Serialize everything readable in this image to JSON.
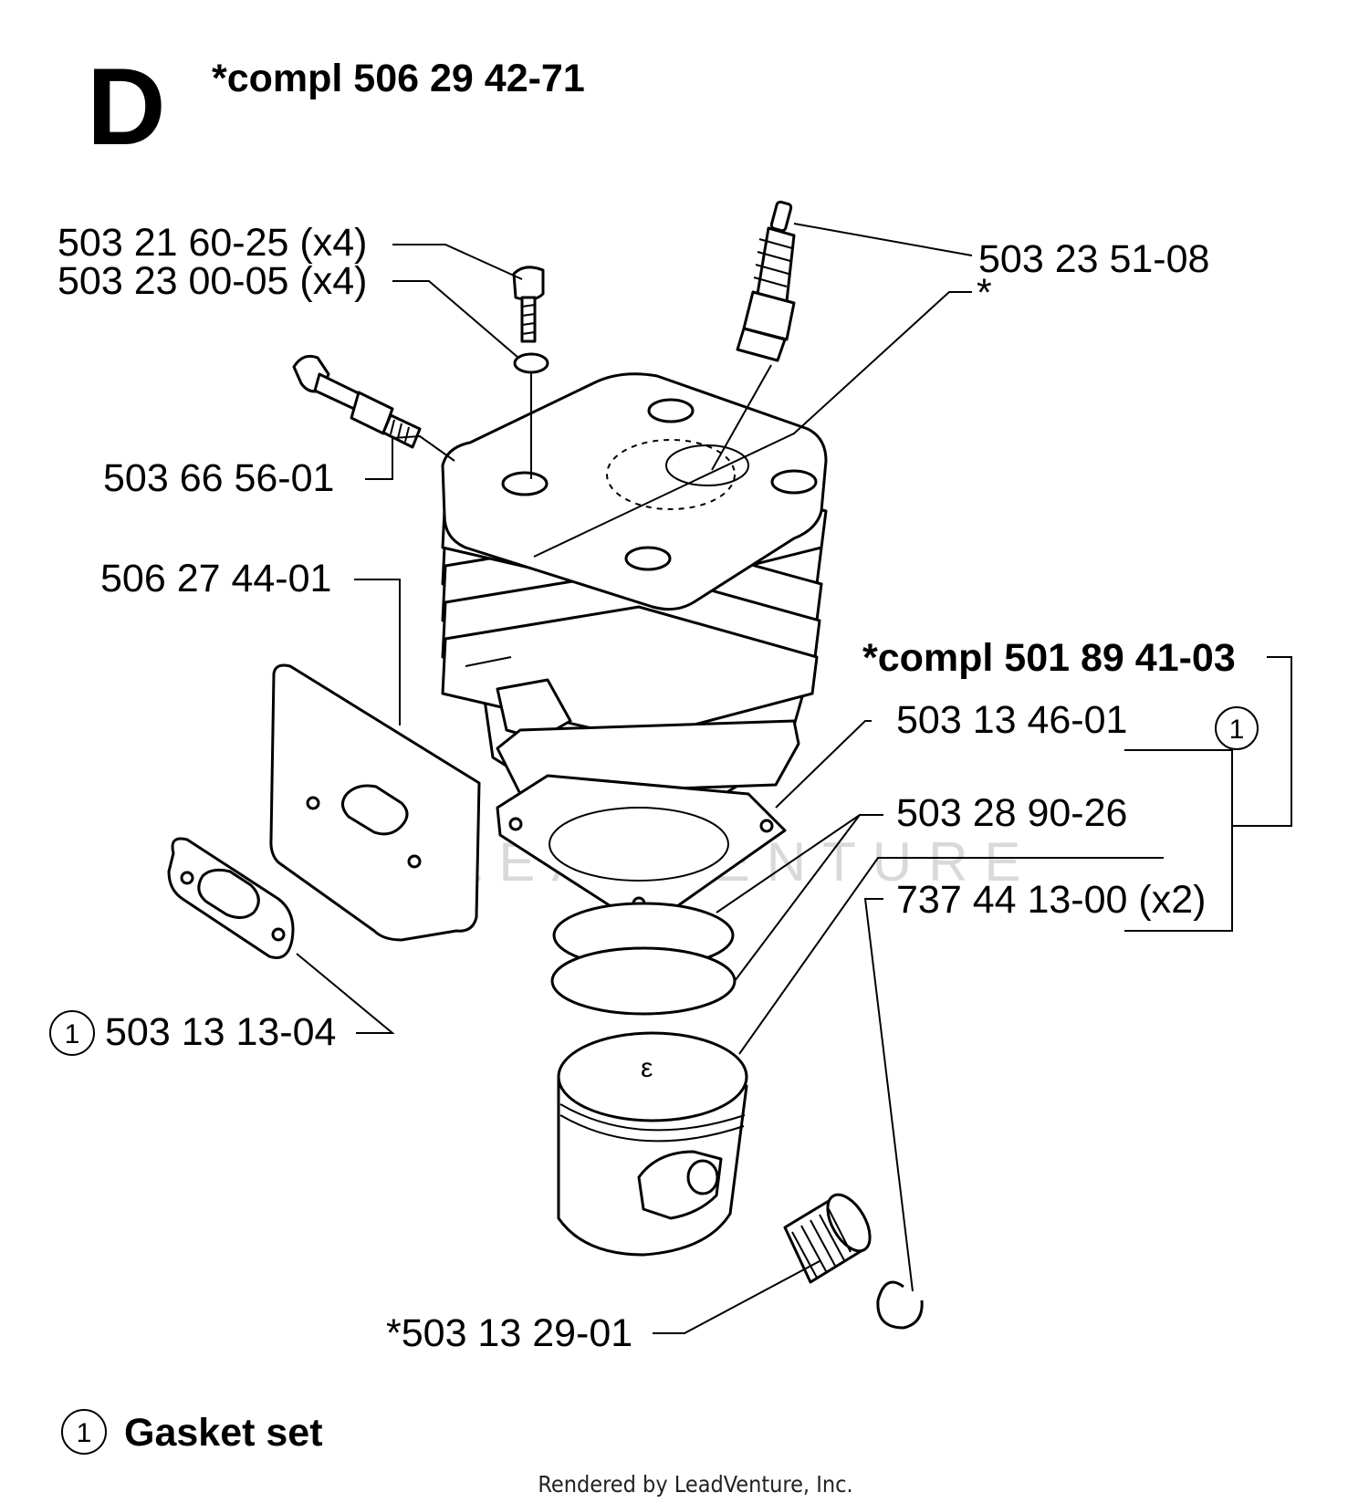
{
  "section": {
    "letter": "D",
    "assembly": "*compl 506 29 42-71"
  },
  "callouts": {
    "screw": "503 21 60-25 (x4)",
    "washer": "503 23 00-05 (x4)",
    "spark_plug": "503 23 51-08",
    "cylinder_star": "*",
    "decompression_valve": "503 66 56-01",
    "heat_shield": "506 27 44-01",
    "gasket_kit_assembly": "*compl 501 89 41-03",
    "gasket_kit_ref": "1",
    "cylinder_gasket": "503 13 46-01",
    "piston_rings": "503 28 90-26",
    "circlip": "737 44 13-00 (x2)",
    "intake_gasket_ref": "1",
    "intake_gasket": "503 13 13-04",
    "needle_bearing": "*503 13 29-01"
  },
  "legend": {
    "ref": "1",
    "label": "Gasket set"
  },
  "watermark": "LEADVENTURE",
  "footer": "Rendered by LeadVenture, Inc.",
  "colors": {
    "ink": "#000000",
    "watermark": "#d9d9d9",
    "background": "#ffffff"
  }
}
